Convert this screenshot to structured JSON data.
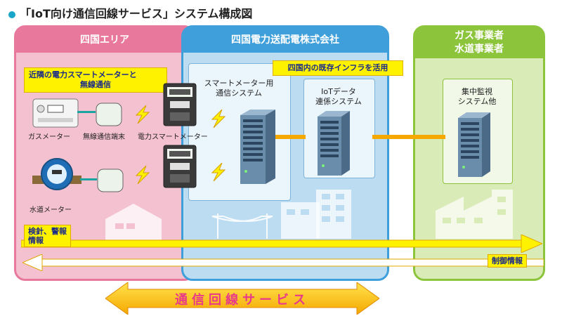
{
  "title": "「IoT向け通信回線サービス」システム構成図",
  "panels": {
    "shikoku_area": "四国エリア",
    "yonden": "四国電力送配電株式会社",
    "gas_water": [
      "ガス事業者",
      "水道事業者"
    ]
  },
  "callouts": {
    "neighbor": [
      "近隣の電力スマートメーターと",
      "無線通信"
    ],
    "infra": "四国内の既存インフラを活用"
  },
  "labels": {
    "gas_meter": "ガスメーター",
    "wireless_terminal": "無線通信端末",
    "power_meter": "電力スマートメーター",
    "water_meter": "水道メーター",
    "sm_system": [
      "スマートメーター用",
      "通信システム"
    ],
    "iot_system": [
      "IoTデータ",
      "連係システム"
    ],
    "central": [
      "集中監視",
      "システム他"
    ]
  },
  "arrows": {
    "meter_info": [
      "検針、警報",
      "情報"
    ],
    "control_info": "制御情報"
  },
  "service_banner": "通信回線サービス",
  "colors": {
    "pink": "#e8789c",
    "pink_light": "#f4c1d1",
    "blue": "#3f9fda",
    "blue_light": "#bcdcf2",
    "green": "#8cc43c",
    "green_light": "#d9ebb7",
    "yellow": "#fff200",
    "arrow": "#f5a800"
  }
}
